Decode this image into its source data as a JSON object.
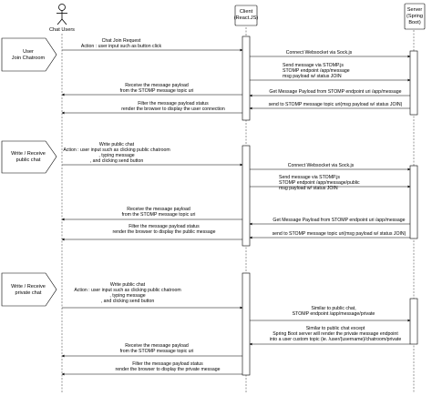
{
  "participants": {
    "users": "Chat Users",
    "client": [
      "Client",
      "(React.JS)"
    ],
    "server": [
      "Server",
      "(Spring",
      "Boot)"
    ]
  },
  "sections": [
    {
      "note": [
        "User",
        "Join Chatroom"
      ],
      "messages": [
        [
          "Chat Join Request",
          "Action : user input such as button click"
        ],
        [
          "Connect Websocket via Sock.js"
        ],
        [
          "Send message via STOMP.js",
          "STOMP endpoint /app/message",
          "msg payload w/ status JOIN"
        ],
        [
          "Get Message Payload from STOMP endpoint uri /app/message"
        ],
        [
          "Receive the message payload",
          "from the STOMP message topic uri"
        ],
        [
          "send to STOMP message topic uri(msg payload w/ status JOIN)"
        ],
        [
          "Filter the message payload status",
          "render the browser to display the user connection"
        ]
      ]
    },
    {
      "note": [
        "Write / Receive",
        "public chat"
      ],
      "messages": [
        [
          "Write public chat",
          "Action : user input such as clicking public chatroom",
          ", typing message",
          ", and clicking send button"
        ],
        [
          "Connect Websocket via Sock.js"
        ],
        [
          "Send message via STOMP.js",
          "STOMP endpoint /app/message/public",
          "msg payload w/ status JOIN"
        ],
        [
          "Receive the message payload",
          "from the STOMP message topic uri"
        ],
        [
          "Get Message Payload from STOMP endpoint uri /app/message"
        ],
        [
          "send to STOMP message topic uri(msg payload w/ status JOIN)"
        ],
        [
          "Filter the message payload status",
          "render the browser to display the public message"
        ]
      ]
    },
    {
      "note": [
        "Write / Receive",
        "private chat"
      ],
      "messages": [
        [
          "Write public chat",
          "Action : user input such as clicking public chatroom",
          ", typing message",
          ", and clicking send button"
        ],
        [
          "Similar to public chat,",
          "STOMP endpoint /app/message/private"
        ],
        [
          "Similar to public chat except",
          "Spring Boot server will render the private message endpoint",
          "into a user custom topic (ie. /user/{username}/chatroom/private"
        ],
        [
          "Receive the message payload",
          "from the STOMP message topic uri"
        ],
        [
          "Filter the message payload status",
          "render the browser to display the private message"
        ]
      ]
    }
  ]
}
